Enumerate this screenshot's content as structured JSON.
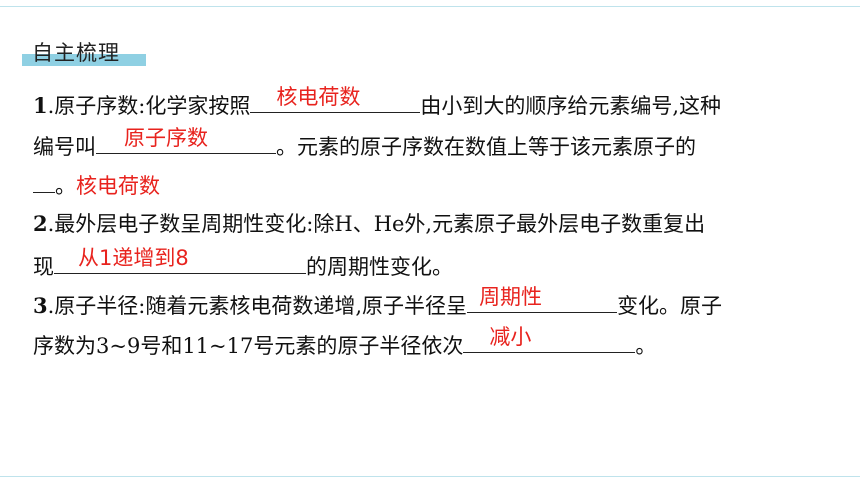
{
  "heading": "自主梳理",
  "items": {
    "i1": {
      "num": "1",
      "l1_text_a": ".原子序数:化学家按照",
      "l1_answer": "核电荷数",
      "l1_text_b": "由小到大的顺序给元素编号,这种",
      "l2_text_a": "编号叫",
      "l2_answer": "原子序数",
      "l2_text_b": "。元素的原子序数在数值上等于该元素原子的",
      "l3_text_b": "。",
      "l3_answer": "核电荷数"
    },
    "i2": {
      "num": "2",
      "l1_text": ".最外层电子数呈周期性变化:除H、He外,元素原子最外层电子数重复出",
      "l2_text_a": "现",
      "l2_answer": "从1递增到8",
      "l2_text_b": "的周期性变化。"
    },
    "i3": {
      "num": "3",
      "l1_text_a": ".原子半径:随着元素核电荷数递增,原子半径呈",
      "l1_answer": "周期性",
      "l1_text_b": "变化。原子",
      "l2_text_a": "序数为3~9号和11~17号元素的原子半径依次",
      "l2_answer": "减小",
      "l2_text_b": "。"
    }
  },
  "colors": {
    "answer": "#e8231e",
    "badge": "#8fd0e3",
    "frame": "#bfe3ec"
  }
}
